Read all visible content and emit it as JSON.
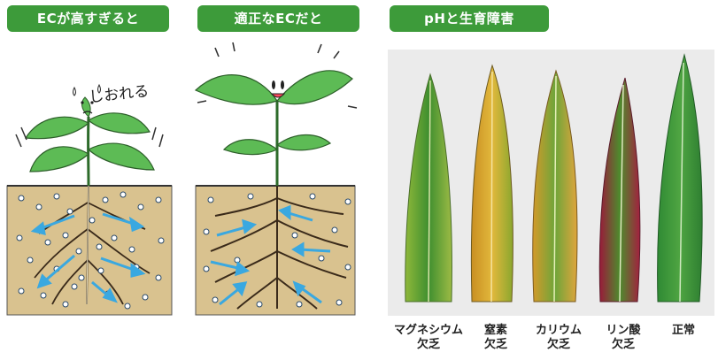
{
  "tags": {
    "high_ec": "ECが高すぎると",
    "proper_ec": "適正なECだと",
    "ph_growth": "pHと生育障害"
  },
  "panel1": {
    "wilt_text": "しおれる"
  },
  "leaves": [
    {
      "line1": "マグネシウム",
      "line2": "欠乏"
    },
    {
      "line1": "窒素",
      "line2": "欠乏"
    },
    {
      "line1": "カリウム",
      "line2": "欠乏"
    },
    {
      "line1": "リン酸",
      "line2": "欠乏"
    },
    {
      "line1": "正常",
      "line2": ""
    }
  ],
  "colors": {
    "tag_green": "#3d9b3a",
    "soil": "#d9c28f",
    "leaf_green": "#5dbb55",
    "arrow_blue": "#3aa8e0",
    "particle": "#ffffff"
  }
}
